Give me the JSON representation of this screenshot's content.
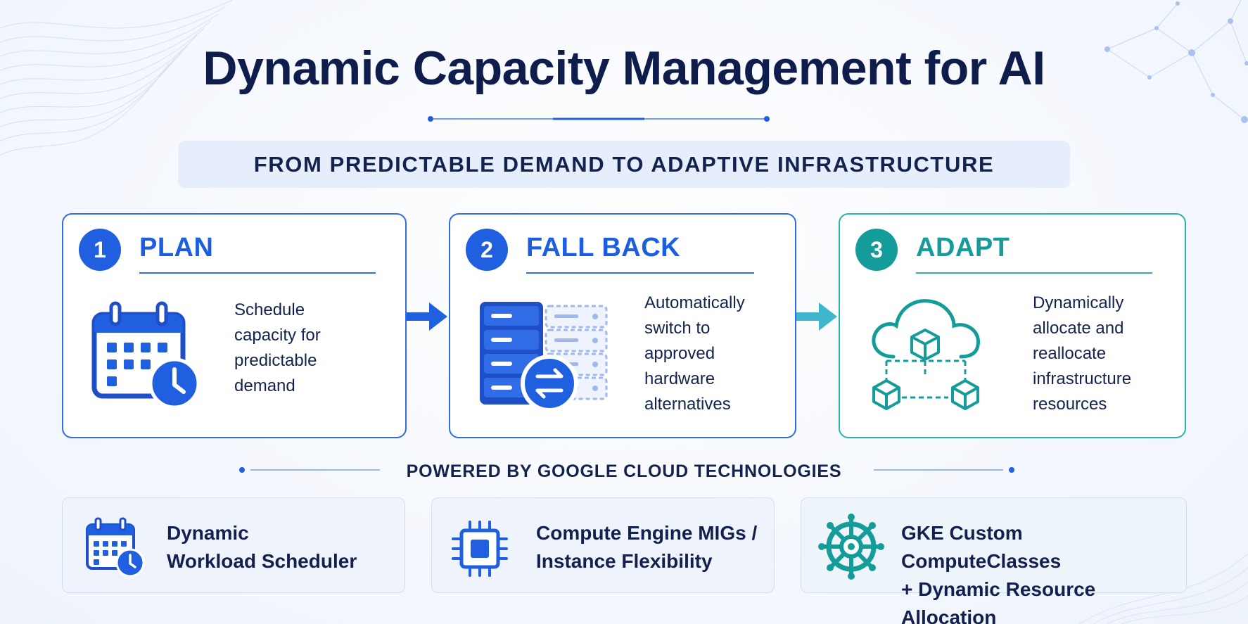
{
  "title": "Dynamic Capacity Management for AI",
  "subtitle": "FROM PREDICTABLE DEMAND TO ADAPTIVE INFRASTRUCTURE",
  "colors": {
    "primary": "#1f5fe0",
    "teal": "#139c9a",
    "navy": "#12204f"
  },
  "steps": [
    {
      "number": "1",
      "title": "PLAN",
      "description": "Schedule\ncapacity for\npredictable\ndemand",
      "icon": "calendar-clock-icon"
    },
    {
      "number": "2",
      "title": "FALL BACK",
      "description": "Automatically\nswitch to\napproved\nhardware\nalternatives",
      "icon": "server-swap-icon"
    },
    {
      "number": "3",
      "title": "ADAPT",
      "description": "Dynamically\nallocate and\nreallocate\ninfrastructure\nresources",
      "icon": "cloud-cubes-icon"
    }
  ],
  "powered_by": "POWERED BY GOOGLE CLOUD TECHNOLOGIES",
  "technologies": [
    {
      "label": "Dynamic\nWorkload Scheduler",
      "icon": "calendar-clock-icon"
    },
    {
      "label": "Compute Engine MIGs /\nInstance Flexibility",
      "icon": "chip-icon"
    },
    {
      "label": "GKE Custom ComputeClasses\n+ Dynamic Resource Allocation",
      "icon": "helm-wheel-icon"
    }
  ]
}
